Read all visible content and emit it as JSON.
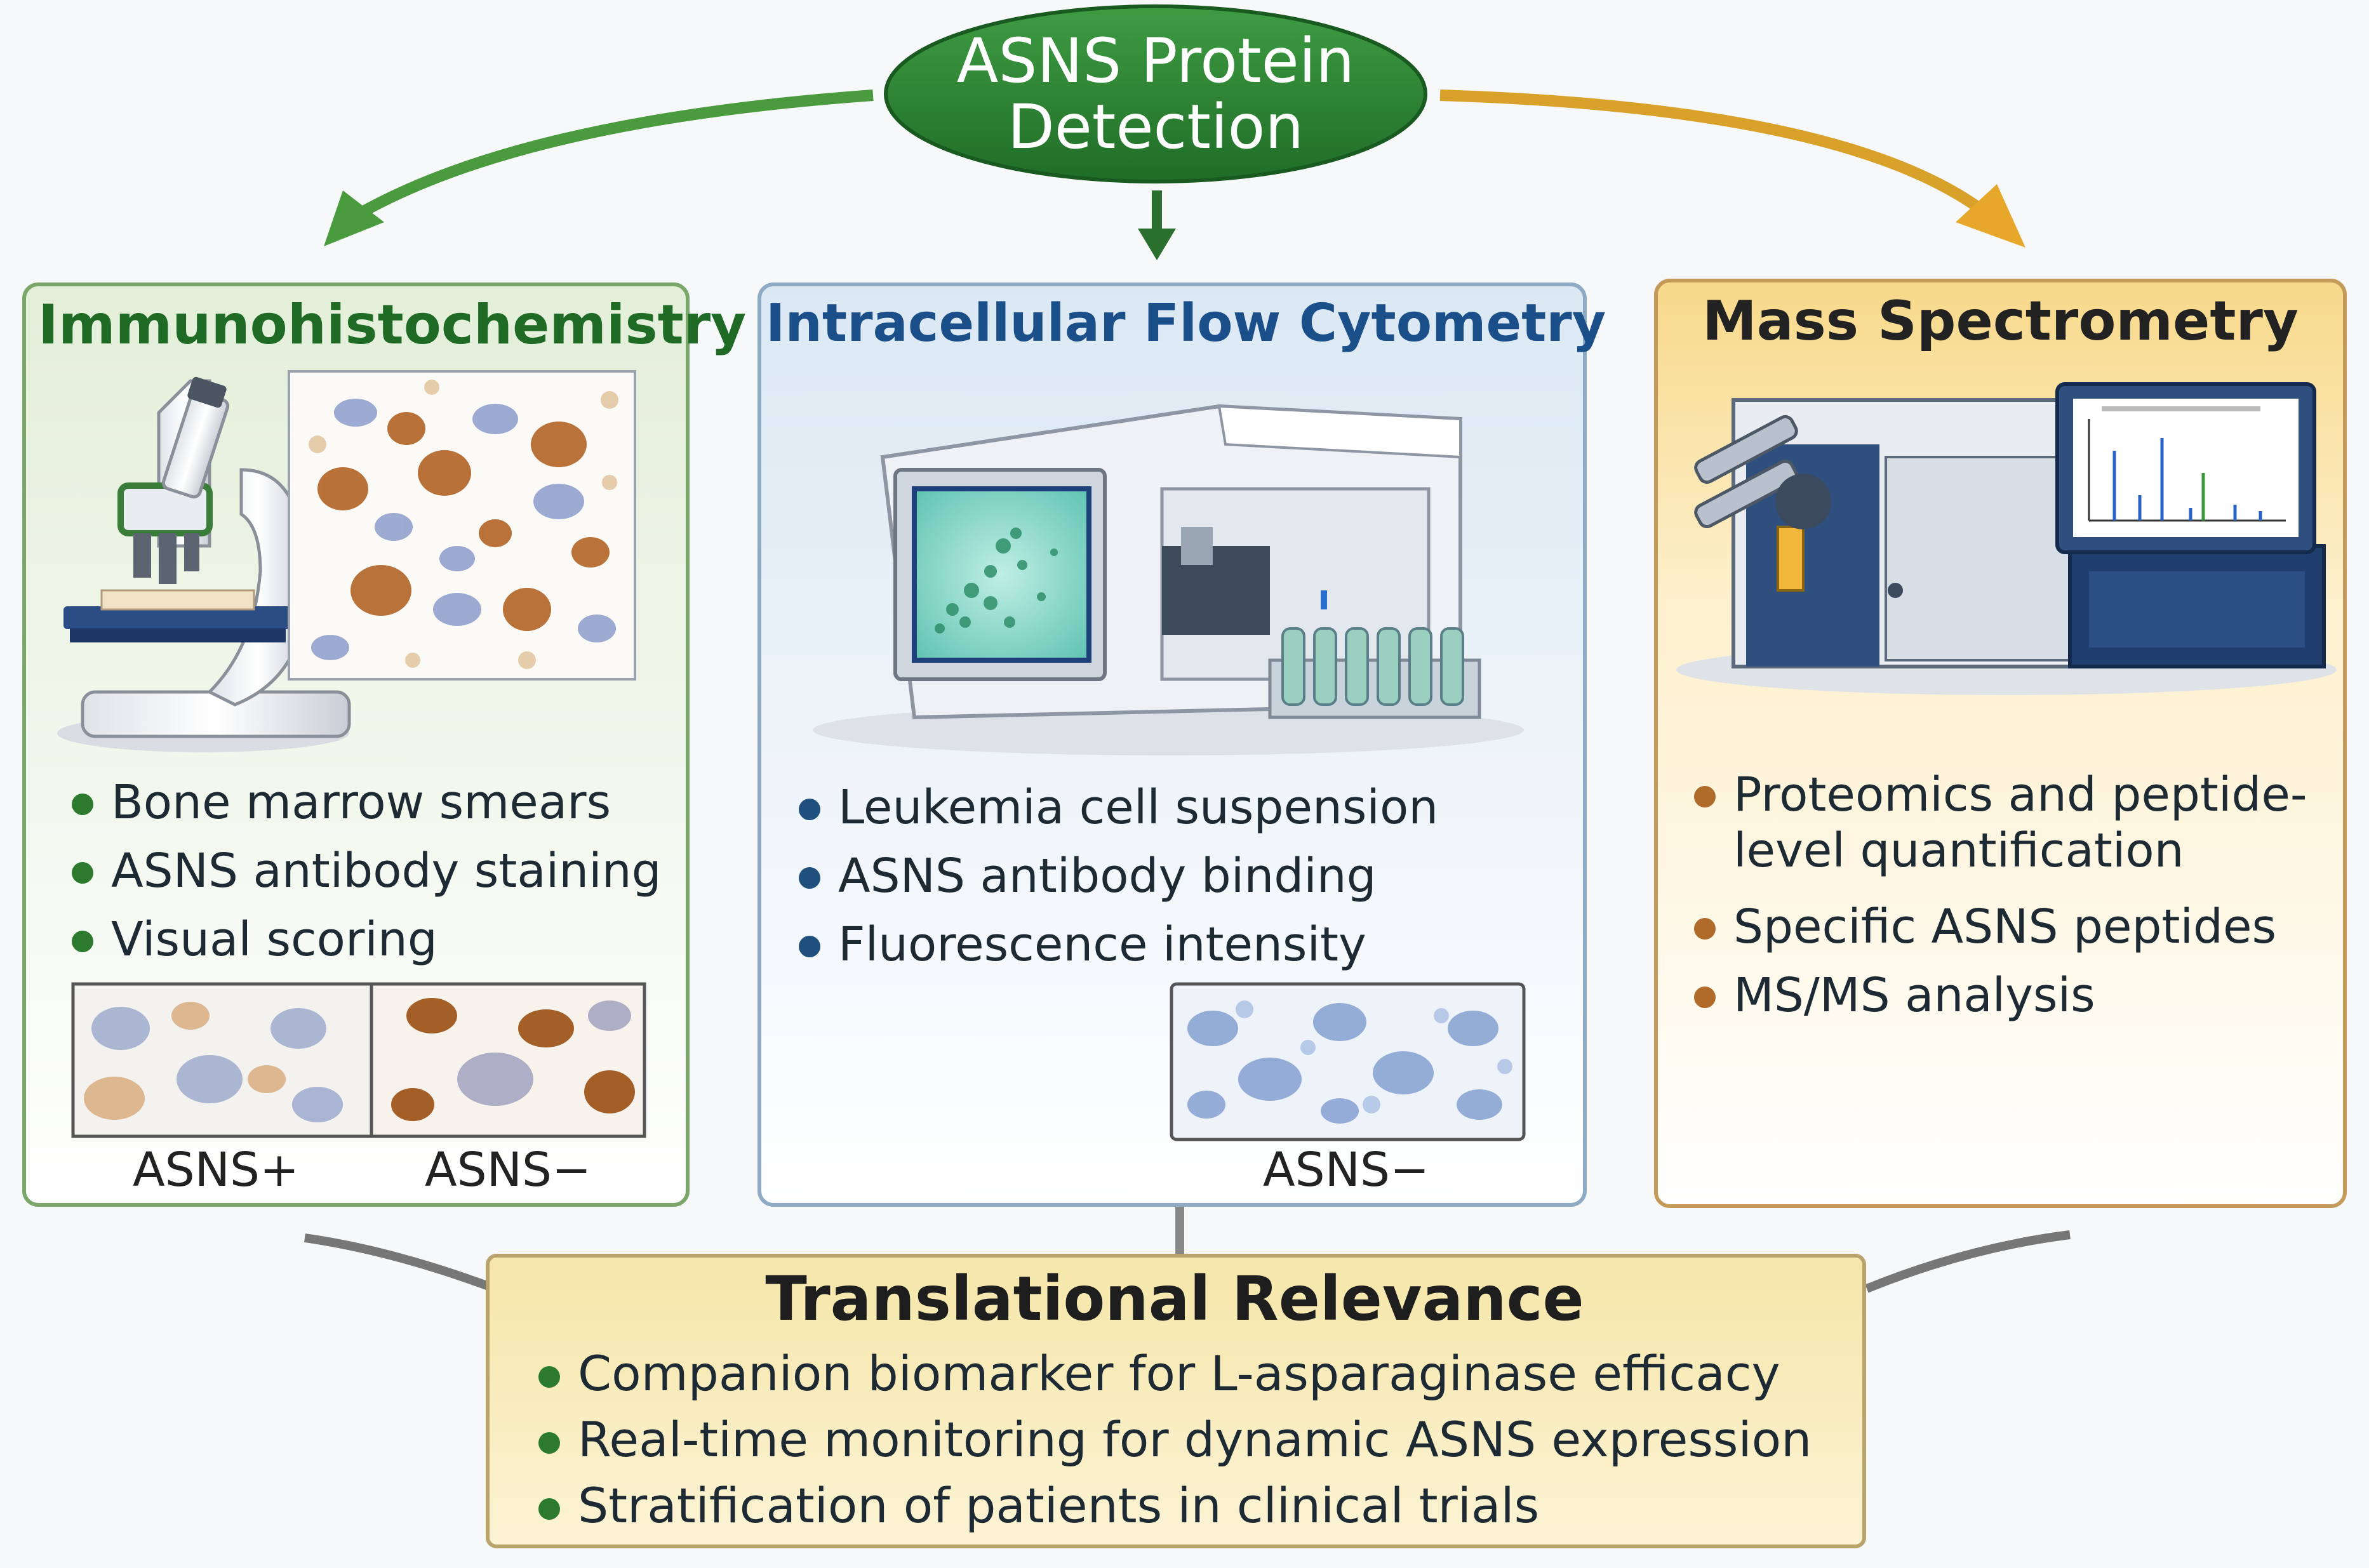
{
  "header": {
    "line1": "ASNS Protein",
    "line2": "Detection"
  },
  "colors": {
    "green": "#2f7d32",
    "green_dark": "#1e6a26",
    "blue": "#1a4f8a",
    "orange": "#e2a528",
    "ihc_brown": "#b06a2a",
    "ihc_blue": "#6b7fb8"
  },
  "panels": {
    "ihc": {
      "title": "Immunohistochemistry",
      "bullets": [
        "Bone marrow smears",
        "ASNS antibody staining",
        "Visual scoring"
      ],
      "captions": [
        "ASNS+",
        "ASNS−"
      ],
      "icons": [
        "microscope-icon",
        "tissue-slide-image"
      ]
    },
    "flow": {
      "title": "Intracellular Flow Cytometry",
      "bullets": [
        "Leukemia cell suspension",
        "ASNS antibody binding",
        "Fluorescence intensity"
      ],
      "captions": [
        "ASNS−"
      ],
      "icons": [
        "flow-cytometer-icon",
        "test-tube-rack-icon"
      ]
    },
    "ms": {
      "title": "Mass Spectrometry",
      "bullets": [
        "Proteomics and peptide-",
        "level quantification",
        "Specific ASNS peptides",
        "MS/MS analysis"
      ],
      "icons": [
        "mass-spectrometer-icon",
        "spectrum-monitor-icon"
      ]
    }
  },
  "translational": {
    "title": "Translational Relevance",
    "bullets": [
      "Companion biomarker for L-asparaginase efficacy",
      "Real-time monitoring for dynamic ASNS expression",
      "Stratification of patients in clinical trials"
    ]
  }
}
